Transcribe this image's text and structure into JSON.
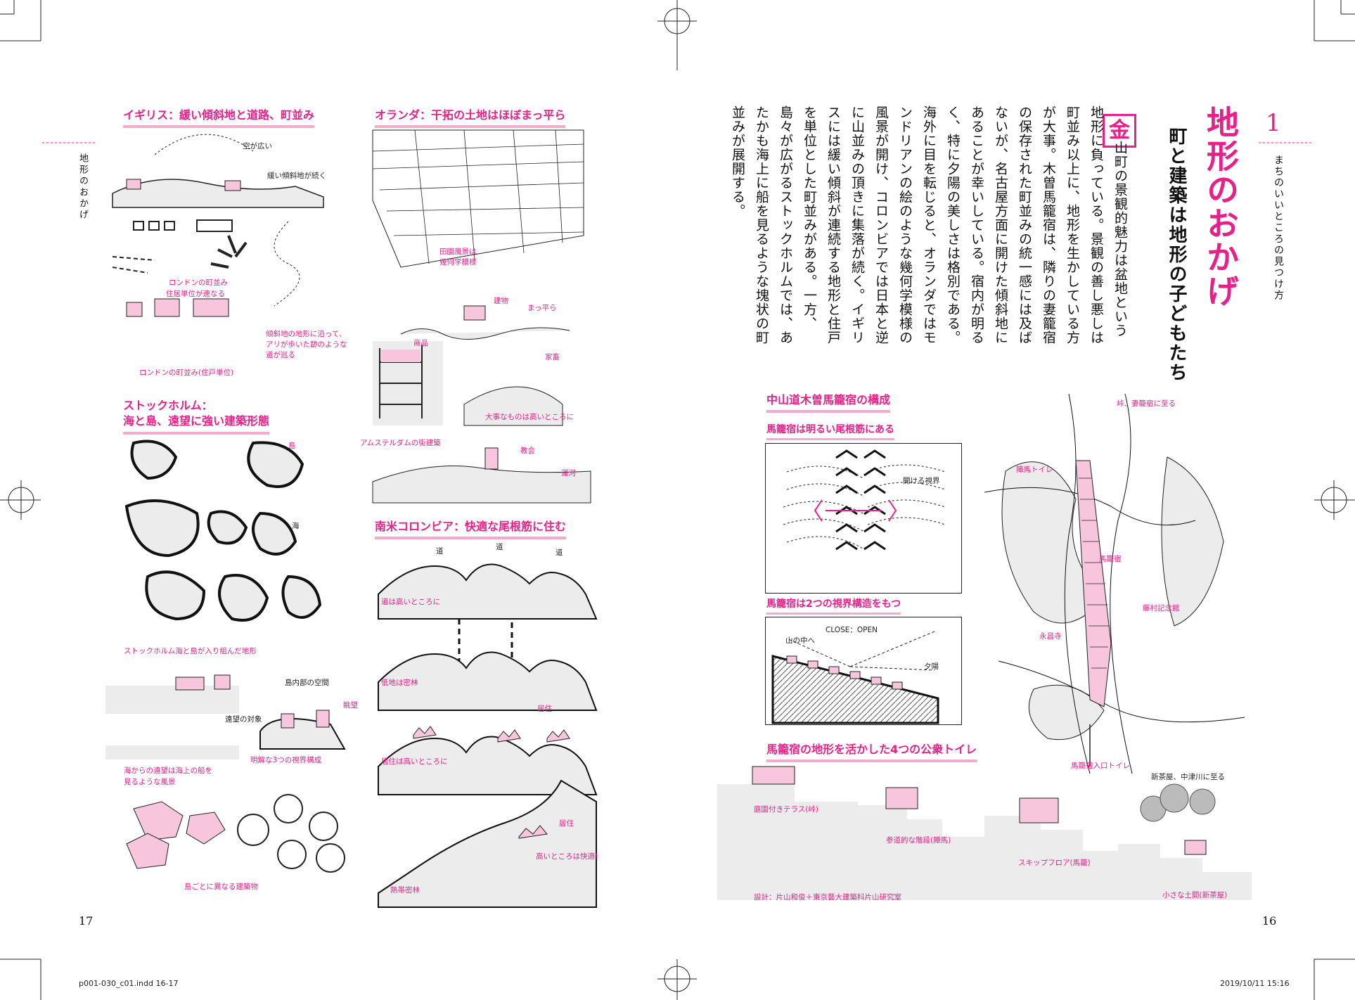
{
  "left_page": {
    "running_head": "地形のおかげ",
    "page_number": "17",
    "sections": {
      "england": {
        "title": "イギリス：緩い傾斜地と道路、町並み",
        "labels": [
          "空が広い",
          "緩い傾斜地が続く",
          "ロンドンの町並み",
          "住居単位が連なる",
          "傾斜地の地形に沿って、アリが歩いた跡のような道が巡る",
          "ロンドンの町並み(住戸単位)"
        ]
      },
      "holland": {
        "title": "オランダ：干拓の土地はほぼまっ平ら",
        "labels": [
          "田園風景は",
          "幾何学模様",
          "建物",
          "まっ平ら",
          "商品",
          "家畜",
          "大事なものは高いところに",
          "アムステルダムの街建築",
          "教会",
          "運河"
        ]
      },
      "stockholm": {
        "title_line1": "ストックホルム：",
        "title_line2": "海と島、遠望に強い建築形態",
        "labels": [
          "島",
          "海",
          "ストックホルム海と島が入り組んだ地形",
          "島内部の空間",
          "眺望",
          "遠望の対象",
          "明解な3つの視界構成",
          "海からの遠望は海上の船を",
          "見るような風景",
          "島ごとに異なる建築物"
        ]
      },
      "colombia": {
        "title": "南米コロンビア：快適な尾根筋に住む",
        "labels": [
          "道",
          "道",
          "道",
          "道は高いところに",
          "低地は密林",
          "居住",
          "居住は高いところに",
          "居住",
          "高いところは快適！",
          "熱帯密林"
        ]
      }
    }
  },
  "right_page": {
    "chapter_number": "1",
    "chapter_subtitle": "まちのいいところの見つけ方",
    "title": "地形のおかげ",
    "subtitle": "町と建築は地形の子どもたち",
    "badge": "金",
    "body_text": "山町の景観的魅力は盆地という地形に負っている。景観の善し悪しは町並み以上に、地形を生かしている方が大事。木曽馬籠宿は、隣りの妻籠宿の保存された町並みの統一感には及ばないが、名古屋方面に開けた傾斜地にあることが幸いしている。宿内が明るく、特に夕陽の美しさは格別である。　海外に目を転じると、オランダではモンドリアンの絵のような幾何学模様の風景が開け、コロンビアでは日本と逆に山並みの頂きに集落が続く。イギリスには緩い傾斜が連続する地形と住戸を単位とした町並みがある。一方、島々が広がるストックホルムでは、あたかも海上に船を見るような塊状の町並みが展開する。",
    "page_number": "16",
    "section_magome": {
      "title": "中山道木曽馬籠宿の構成",
      "sub1": "馬籠宿は明るい尾根筋にある",
      "sub1_label": "開ける視界",
      "sub2": "馬籠宿は2つの視界構造をもつ",
      "sub2_labels": [
        "CLOSE：OPEN",
        "山の中へ",
        "夕陽"
      ],
      "map_labels": [
        "峠、妻籠宿に至る",
        "陣馬トイレ",
        "馬籠宿",
        "藤村記念館",
        "永昌寺",
        "馬籠宿入口トイレ",
        "新茶屋、中津川に至る"
      ]
    },
    "section_toilets": {
      "title": "馬籠宿の地形を活かした4つの公衆トイレ",
      "labels": [
        "庭園付きテラス(峠)",
        "参道的な階段(陣馬)",
        "スキップフロア(馬籠)",
        "小さな土間(新茶屋)"
      ],
      "credit": "設計：片山和俊＋東京藝大建築科片山研究室"
    }
  },
  "footer": {
    "left": "p001-030_c01.indd   16-17",
    "right": "2019/10/11   15:16"
  },
  "colors": {
    "accent": "#e8218a",
    "accent_light": "#f4a9cf",
    "fill_pink": "#f7c6dc",
    "fill_gray": "#ececec"
  }
}
